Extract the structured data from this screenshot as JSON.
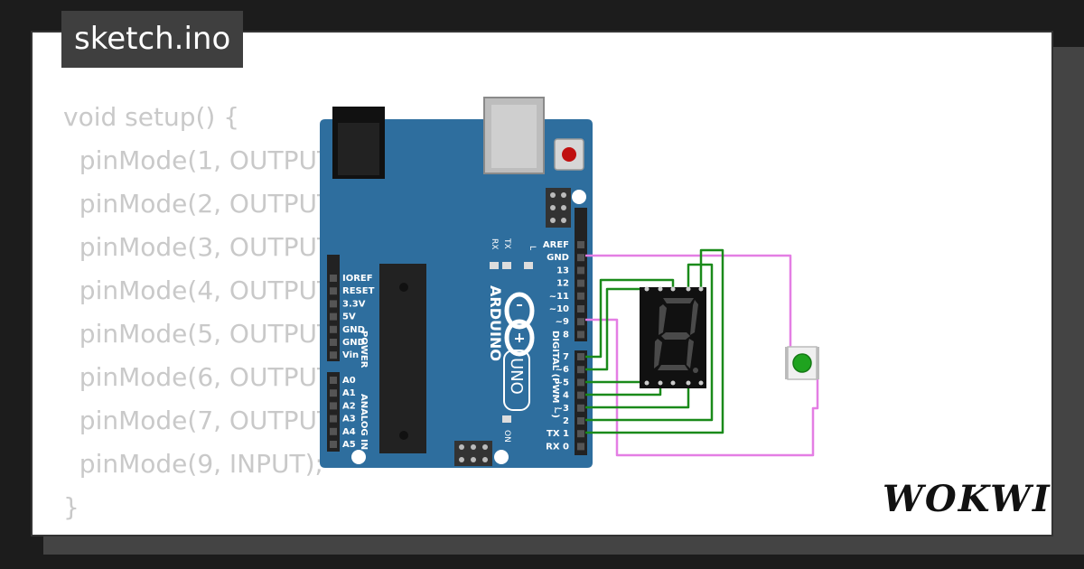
{
  "file_tab": {
    "label": "sketch.ino"
  },
  "code_lines": [
    "void setup() {",
    "  pinMode(1, OUTPUT);",
    "  pinMode(2, OUTPUT);",
    "  pinMode(3, OUTPUT);",
    "  pinMode(4, OUTPUT);",
    "  pinMode(5, OUTPUT);",
    "  pinMode(6, OUTPUT);",
    "  pinMode(7, OUTPUT);",
    "  pinMode(9, INPUT);",
    "}"
  ],
  "board": {
    "brand": "ARDUINO",
    "model": "UNO",
    "led_l": "L",
    "led_tx": "TX",
    "led_rx": "RX",
    "on_label": "ON",
    "power_title": "POWER",
    "analog_title": "ANALOG IN",
    "digital_title": "DIGITAL (PWM ~)",
    "power_pins": [
      "IOREF",
      "RESET",
      "3.3V",
      "5V",
      "GND",
      "GND",
      "Vin"
    ],
    "analog_pins": [
      "A0",
      "A1",
      "A2",
      "A3",
      "A4",
      "A5"
    ],
    "digital_top_pins": [
      "AREF",
      "GND",
      "13",
      "12",
      "~11",
      "~10",
      "~9",
      "8"
    ],
    "digital_bottom_pins": [
      "7",
      "~6",
      "~5",
      "4",
      "~3",
      "2",
      "TX 1",
      "RX 0"
    ]
  },
  "colors": {
    "board": "#2e6e9e",
    "wire_green": "#1a8a1a",
    "wire_pink": "#e47ee4",
    "button_green": "#1fa31f",
    "segment_off": "#4a4a4a"
  },
  "logo": {
    "text": "WOKWI"
  }
}
